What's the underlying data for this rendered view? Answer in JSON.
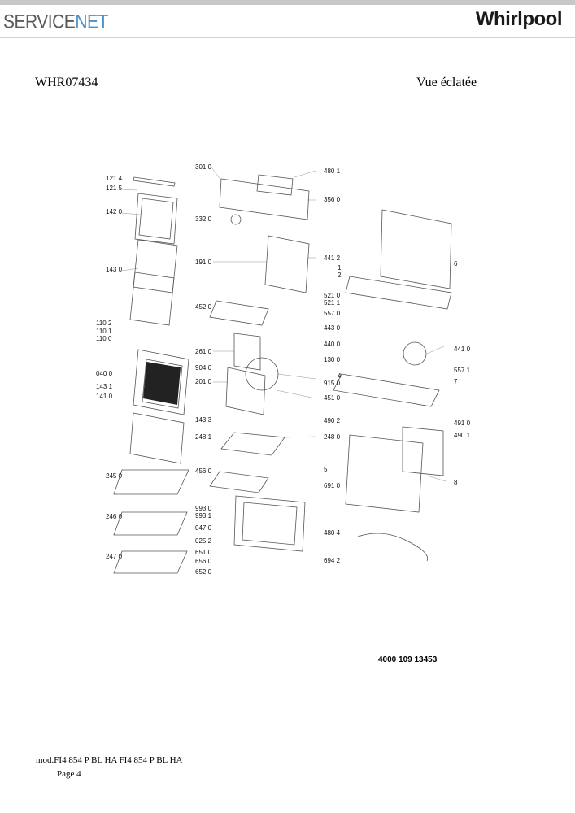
{
  "header": {
    "left_logo": {
      "part1": "SERVICE",
      "part2": "NET"
    },
    "right_logo": "Whirlpool"
  },
  "title": {
    "code": "WHR07434",
    "type": "Vue éclatée"
  },
  "diagram": {
    "labels": [
      "121 4",
      "121 5",
      "142 0",
      "143 0",
      "110 2",
      "110 1",
      "110 0",
      "040 0",
      "143 1",
      "141 0",
      "245 0",
      "246 0",
      "247 0",
      "301 0",
      "332 0",
      "191 0",
      "452 0",
      "261 0",
      "904 0",
      "201 0",
      "143 3",
      "248 1",
      "456 0",
      "993 0",
      "993 1",
      "047 0",
      "025 2",
      "651 0",
      "656 0",
      "652 0",
      "480 1",
      "356 0",
      "441 2",
      "521 0",
      "521 1",
      "557 0",
      "443 0",
      "440 0",
      "915 0",
      "451 0",
      "490 2",
      "248 0",
      "5",
      "691 0",
      "480 4",
      "694 2",
      "6",
      "1",
      "2",
      "441 0",
      "130 0",
      "4",
      "557 1",
      "7",
      "491 0",
      "490 1",
      "8"
    ]
  },
  "document_number": "4000 109 13453",
  "footer": {
    "model": "mod.FI4 854 P BL HA FI4 854 P BL HA",
    "page": "Page 4"
  }
}
